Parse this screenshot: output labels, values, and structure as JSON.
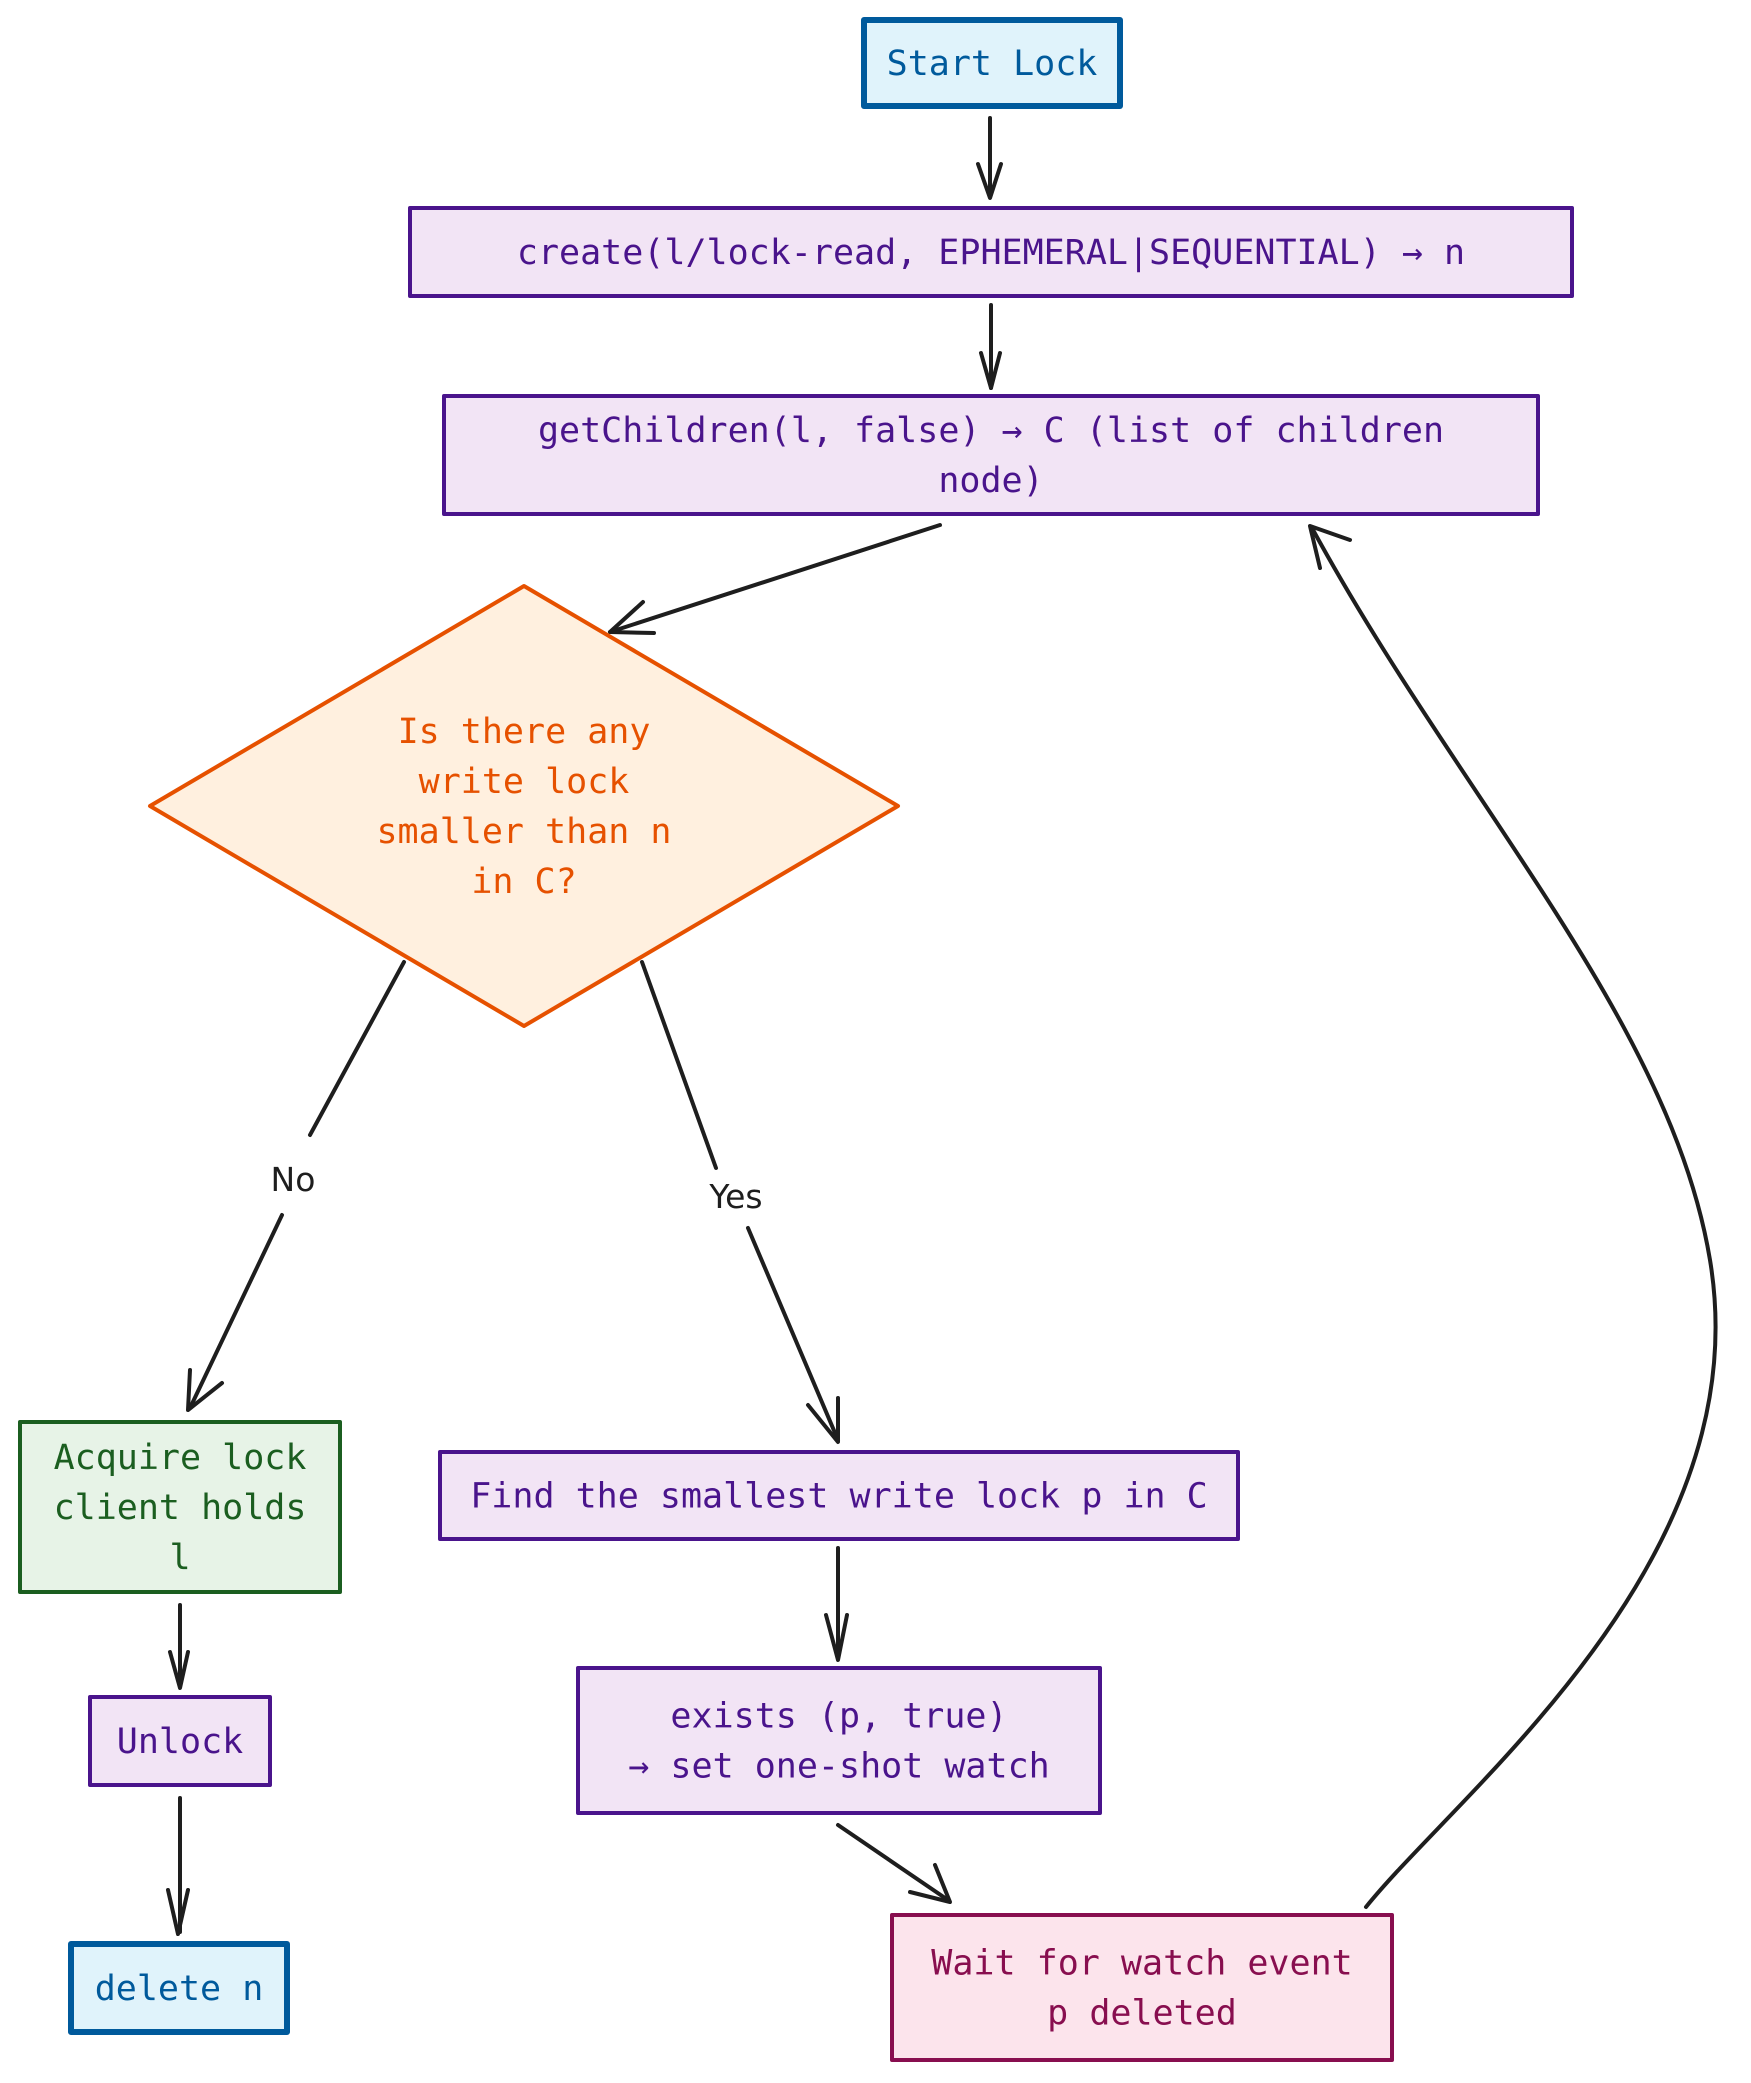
{
  "diagram": {
    "title": "Read lock acquisition flowchart",
    "colors": {
      "terminal_fill": "#e0f3fb",
      "terminal_stroke": "#005a9c",
      "terminal_text": "#005a9c",
      "process_fill": "#f2e4f5",
      "process_stroke": "#4a148c",
      "process_text": "#4a148c",
      "decision_fill": "#fff0df",
      "decision_stroke": "#e65100",
      "decision_text": "#e65100",
      "success_fill": "#e7f3e7",
      "success_stroke": "#1b5e20",
      "success_text": "#1b5e20",
      "wait_fill": "#fce4ec",
      "wait_stroke": "#880e4f",
      "wait_text": "#880e4f",
      "edge": "#1e1e1e"
    },
    "nodes": {
      "start": {
        "lines": [
          "Start Lock"
        ]
      },
      "create": {
        "lines": [
          "create(l/lock-read, EPHEMERAL|SEQUENTIAL) → n"
        ]
      },
      "get_children": {
        "lines": [
          "getChildren(l, false) → C (list of children",
          "node)"
        ]
      },
      "decision": {
        "lines": [
          "Is there any",
          "write lock",
          "smaller than n",
          "in C?"
        ]
      },
      "acquire": {
        "lines": [
          "Acquire lock",
          "client holds",
          "l"
        ]
      },
      "unlock": {
        "lines": [
          "Unlock"
        ]
      },
      "delete": {
        "lines": [
          "delete n"
        ]
      },
      "find_smallest": {
        "lines": [
          "Find the smallest write lock p in C"
        ]
      },
      "exists": {
        "lines": [
          "exists (p, true)",
          "→ set one-shot watch"
        ]
      },
      "wait": {
        "lines": [
          "Wait for watch event",
          "p deleted"
        ]
      }
    },
    "edges": {
      "no_label": "No",
      "yes_label": "Yes"
    }
  }
}
